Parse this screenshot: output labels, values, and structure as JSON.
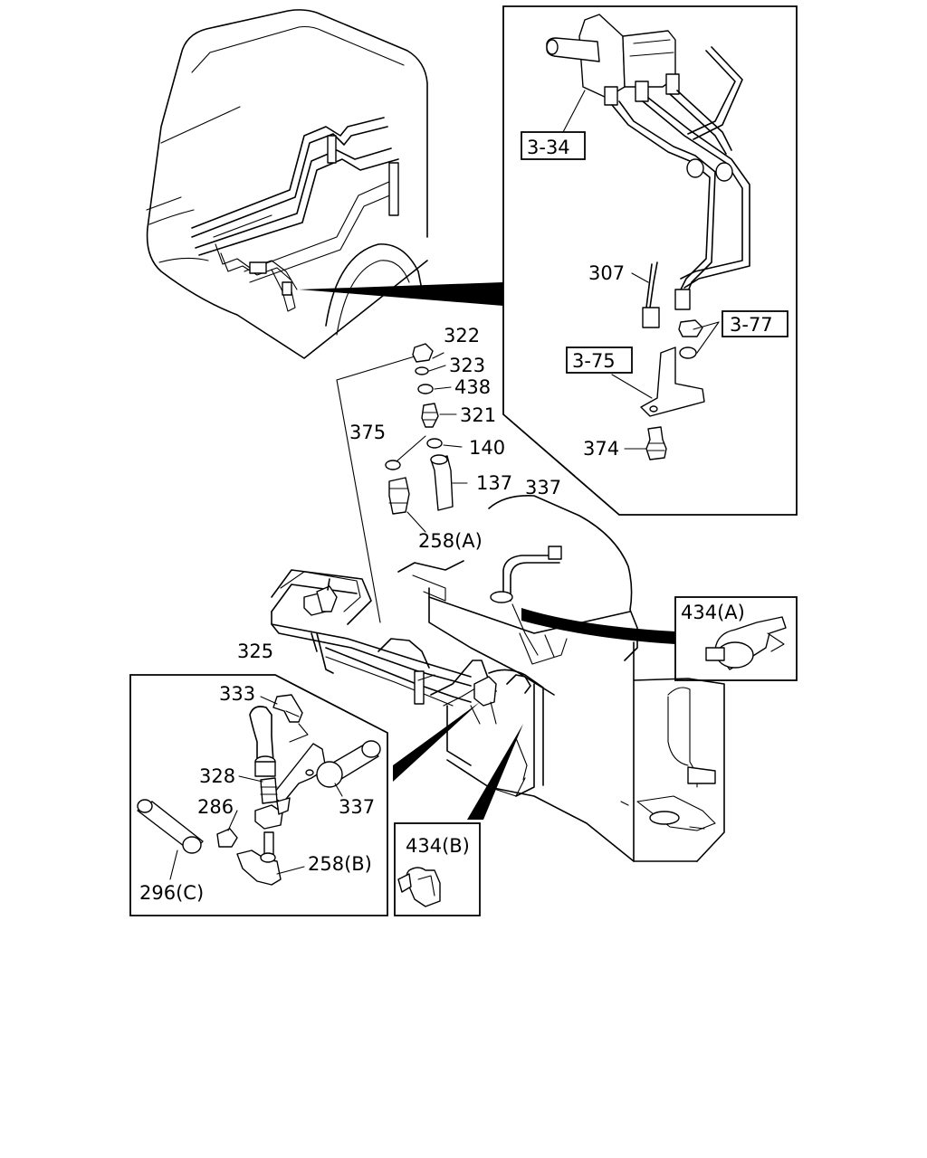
{
  "labels": {
    "l322": "322",
    "l323": "323",
    "l438": "438",
    "l321": "321",
    "l375": "375",
    "l140": "140",
    "l137": "137",
    "l258a": "258(A)",
    "l337top": "337",
    "l325": "325",
    "l307": "307",
    "l374": "374",
    "l333": "333",
    "l328": "328",
    "l337det": "337",
    "l286": "286",
    "l258b": "258(B)",
    "l296c": "296(C)"
  },
  "ref_boxes": {
    "r334": "3-34",
    "r377": "3-77",
    "r375": "3-75"
  },
  "detail_boxes": {
    "d434a": "434(A)",
    "d434b": "434(B)"
  }
}
